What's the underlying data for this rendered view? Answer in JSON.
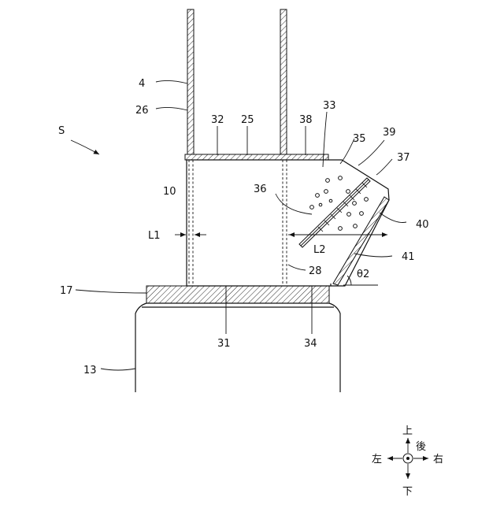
{
  "figure": {
    "symbol": "S",
    "labels": {
      "l4": "4",
      "l26": "26",
      "l32": "32",
      "l25": "25",
      "l38": "38",
      "l33": "33",
      "l35": "35",
      "l39": "39",
      "l37": "37",
      "l10": "10",
      "l36": "36",
      "l40": "40",
      "l1": "L1",
      "l2": "L2",
      "l41": "41",
      "l28": "28",
      "theta": "θ2",
      "l17": "17",
      "l31": "31",
      "l34": "34",
      "l13": "13"
    },
    "directions": {
      "up": "上",
      "down": "下",
      "left": "左",
      "right": "右",
      "back": "後"
    }
  }
}
